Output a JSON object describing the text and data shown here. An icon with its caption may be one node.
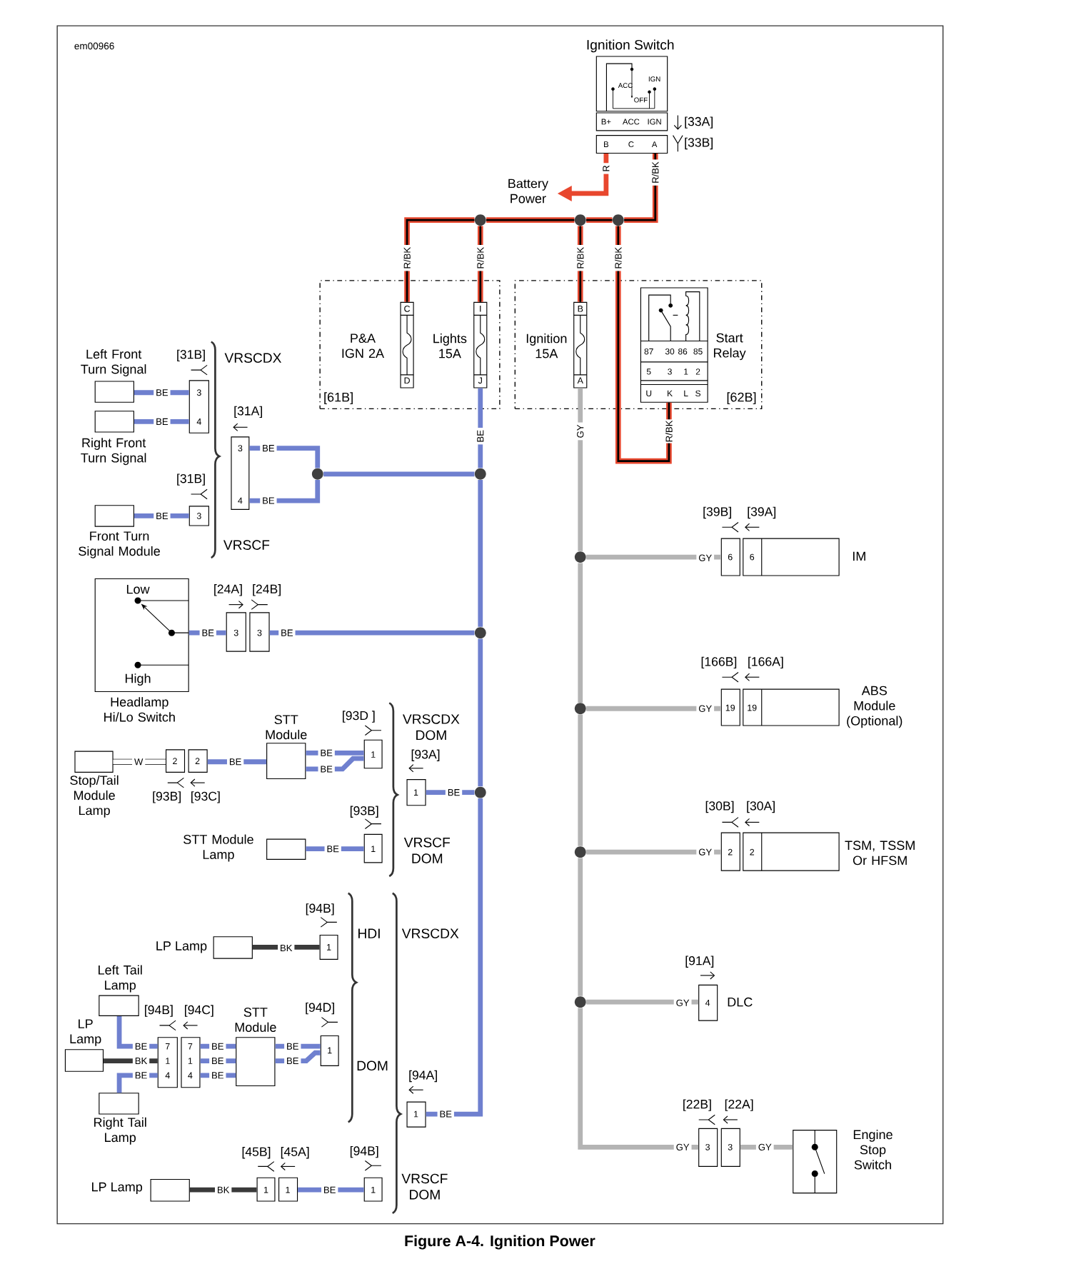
{
  "diagram": {
    "caption": "Figure A-4. Ignition Power",
    "nodes": [
      {
        "text": [
          "Ignition Switch",
          "ACC",
          "OFF",
          "IGN"
        ]
      },
      {
        "text": [
          "B+",
          "ACC",
          "IGN"
        ],
        "beside": [
          "[33A]"
        ]
      },
      {
        "text": [
          "B",
          "C",
          "A"
        ],
        "beside": [
          "[33B]"
        ]
      },
      {
        "text": [
          "Battery Power"
        ]
      },
      {
        "text": [
          "[61B]"
        ]
      },
      {
        "text": [
          "C",
          "D"
        ],
        "beside": [
          "P&A IGN 2A"
        ],
        "in": 4
      },
      {
        "text": [
          "I",
          "J"
        ],
        "beside": [
          "Lights 15A"
        ],
        "in": 4
      },
      {
        "text": [
          "[62B]"
        ]
      },
      {
        "text": [
          "B",
          "A"
        ],
        "beside": [
          "Ignition 15A"
        ],
        "in": 7
      },
      {
        "text": [
          "87",
          "30",
          "86",
          "85",
          "5",
          "3",
          "1",
          "2",
          "U",
          "K",
          "L",
          "S"
        ],
        "beside": [
          "Start Relay"
        ],
        "in": 7
      },
      {
        "text": [],
        "shape": "circle"
      },
      {
        "text": [],
        "shape": "circle"
      },
      {
        "text": [],
        "shape": "circle"
      },
      {
        "text": [],
        "shape": "box",
        "beside": [
          "Left Front Turn Signal"
        ]
      },
      {
        "text": [],
        "shape": "box",
        "beside": [
          "Right Front Turn Signal"
        ]
      },
      {
        "text": [
          "3",
          "4"
        ],
        "beside": [
          "[31B]"
        ]
      },
      {
        "text": [],
        "shape": "box",
        "beside": [
          "Front Turn Signal Module"
        ]
      },
      {
        "text": [
          "3"
        ],
        "beside": [
          "[31B]"
        ]
      },
      {
        "text": [
          "3",
          "4"
        ],
        "beside": [
          "[31A]"
        ]
      },
      {
        "text": [],
        "shape": "circle"
      },
      {
        "text": [],
        "shape": "circle"
      },
      {
        "text": [
          "Low",
          "High"
        ],
        "beside": [
          "Headlamp Hi/Lo Switch"
        ]
      },
      {
        "text": [
          "3"
        ],
        "beside": [
          "[24A]"
        ]
      },
      {
        "text": [
          "3"
        ],
        "beside": [
          "[24B]"
        ]
      },
      {
        "text": [],
        "shape": "circle"
      },
      {
        "text": [],
        "shape": "box",
        "beside": [
          "Stop/Tail Module Lamp"
        ]
      },
      {
        "text": [
          "2"
        ],
        "beside": [
          "[93B]"
        ]
      },
      {
        "text": [
          "2"
        ],
        "beside": [
          "[93C]"
        ]
      },
      {
        "text": [],
        "shape": "box",
        "beside": [
          "STT Module"
        ]
      },
      {
        "text": [
          "1"
        ],
        "beside": [
          "[93D ]"
        ]
      },
      {
        "text": [
          "1"
        ],
        "beside": [
          "[93A]"
        ]
      },
      {
        "text": [],
        "shape": "circle"
      },
      {
        "text": [],
        "shape": "box",
        "beside": [
          "STT Module Lamp"
        ]
      },
      {
        "text": [
          "1"
        ],
        "beside": [
          "[93B]"
        ]
      },
      {
        "text": [],
        "shape": "box",
        "beside": [
          "LP Lamp"
        ]
      },
      {
        "text": [
          "1"
        ],
        "beside": [
          "[94B]"
        ]
      },
      {
        "text": [],
        "shape": "box",
        "beside": [
          "Left Tail Lamp"
        ]
      },
      {
        "text": [],
        "shape": "box",
        "beside": [
          "LP Lamp"
        ]
      },
      {
        "text": [],
        "shape": "box",
        "beside": [
          "Right Tail Lamp"
        ]
      },
      {
        "text": [
          "7",
          "1",
          "4"
        ],
        "beside": [
          "[94B]"
        ]
      },
      {
        "text": [
          "7",
          "1",
          "4"
        ],
        "beside": [
          "[94C]"
        ]
      },
      {
        "text": [],
        "shape": "box",
        "beside": [
          "STT Module"
        ]
      },
      {
        "text": [
          "1"
        ],
        "beside": [
          "[94D]"
        ]
      },
      {
        "text": [
          "1"
        ],
        "beside": [
          "[94A]"
        ]
      },
      {
        "text": [],
        "shape": "box",
        "beside": [
          "LP Lamp"
        ]
      },
      {
        "text": [
          "1"
        ],
        "beside": [
          "[45B]"
        ]
      },
      {
        "text": [
          "1"
        ],
        "beside": [
          "[45A]"
        ]
      },
      {
        "text": [
          "1"
        ],
        "beside": [
          "[94B]"
        ]
      },
      {
        "text": [],
        "shape": "circle"
      },
      {
        "text": [
          "6"
        ],
        "beside": [
          "[39B]"
        ]
      },
      {
        "text": [
          "6"
        ],
        "beside": [
          "[39A]",
          "IM"
        ]
      },
      {
        "text": [],
        "shape": "circle"
      },
      {
        "text": [
          "19"
        ],
        "beside": [
          "[166B]"
        ]
      },
      {
        "text": [
          "19"
        ],
        "beside": [
          "[166A]",
          "ABS Module (Optional)"
        ]
      },
      {
        "text": [],
        "shape": "circle"
      },
      {
        "text": [
          "2"
        ],
        "beside": [
          "[30B]"
        ]
      },
      {
        "text": [
          "2"
        ],
        "beside": [
          "[30A]",
          "TSM, TSSM Or HFSM"
        ]
      },
      {
        "text": [],
        "shape": "circle"
      },
      {
        "text": [
          "4"
        ],
        "beside": [
          "[91A]",
          "DLC"
        ]
      },
      {
        "text": [
          "3"
        ],
        "beside": [
          "[22B]"
        ]
      },
      {
        "text": [
          "3"
        ],
        "beside": [
          "[22A]"
        ]
      },
      {
        "text": [],
        "shape": "box",
        "beside": [
          "Engine Stop Switch"
        ]
      }
    ],
    "edges": [
      {
        "from": 2,
        "to": 3,
        "arrow": "to",
        "label": "R",
        "color": "#e8472e"
      },
      {
        "from": 2,
        "to": 12,
        "arrow": "none",
        "label": "R/BK",
        "color": "#e8472e"
      },
      {
        "from": 12,
        "to": 11,
        "arrow": "none",
        "color": "#e8472e"
      },
      {
        "from": 11,
        "to": 10,
        "arrow": "none",
        "color": "#e8472e"
      },
      {
        "from": 10,
        "to": 5,
        "arrow": "none",
        "label": "R/BK",
        "color": "#e8472e"
      },
      {
        "from": 10,
        "to": 6,
        "arrow": "none",
        "label": "R/BK",
        "color": "#e8472e"
      },
      {
        "from": 11,
        "to": 8,
        "arrow": "none",
        "label": "R/BK",
        "color": "#e8472e"
      },
      {
        "from": 12,
        "to": 9,
        "arrow": "none",
        "label": "R/BK",
        "color": "#e8472e"
      },
      {
        "from": 6,
        "to": 20,
        "arrow": "none",
        "label": "BE"
      },
      {
        "from": 8,
        "to": 48,
        "arrow": "none",
        "label": "GY",
        "color": "#b4b4b4"
      },
      {
        "from": 13,
        "to": 15,
        "arrow": "none",
        "label": "BE"
      },
      {
        "from": 14,
        "to": 15,
        "arrow": "none",
        "label": "BE"
      },
      {
        "from": 16,
        "to": 17,
        "arrow": "none",
        "label": "BE"
      },
      {
        "from": 18,
        "to": 19,
        "arrow": "none",
        "label": "BE"
      },
      {
        "from": 18,
        "to": 19,
        "arrow": "none",
        "label": "BE"
      },
      {
        "from": 19,
        "to": 20,
        "arrow": "none"
      },
      {
        "from": 20,
        "to": 24,
        "arrow": "none"
      },
      {
        "from": 21,
        "to": 22,
        "arrow": "none",
        "label": "BE"
      },
      {
        "from": 23,
        "to": 24,
        "arrow": "none",
        "label": "BE"
      },
      {
        "from": 24,
        "to": 31,
        "arrow": "none"
      },
      {
        "from": 25,
        "to": 26,
        "arrow": "none",
        "label": "W",
        "color": "#ffffff"
      },
      {
        "from": 27,
        "to": 28,
        "arrow": "none",
        "label": "BE"
      },
      {
        "from": 28,
        "to": 29,
        "arrow": "none",
        "label": "BE"
      },
      {
        "from": 28,
        "to": 29,
        "arrow": "none",
        "label": "BE"
      },
      {
        "from": 30,
        "to": 31,
        "arrow": "none",
        "label": "BE"
      },
      {
        "from": 32,
        "to": 33,
        "arrow": "none",
        "label": "BE"
      },
      {
        "from": 34,
        "to": 35,
        "arrow": "none",
        "label": "BK",
        "color": "#3a3a3a"
      },
      {
        "from": 36,
        "to": 39,
        "arrow": "none",
        "label": "BE"
      },
      {
        "from": 37,
        "to": 39,
        "arrow": "none",
        "label": "BK",
        "color": "#3a3a3a"
      },
      {
        "from": 38,
        "to": 39,
        "arrow": "none",
        "label": "BE"
      },
      {
        "from": 40,
        "to": 41,
        "arrow": "none",
        "label": "BE"
      },
      {
        "from": 40,
        "to": 41,
        "arrow": "none",
        "label": "BE"
      },
      {
        "from": 40,
        "to": 41,
        "arrow": "none",
        "label": "BE"
      },
      {
        "from": 41,
        "to": 42,
        "arrow": "none",
        "label": "BE"
      },
      {
        "from": 41,
        "to": 42,
        "arrow": "none",
        "label": "BE"
      },
      {
        "from": 43,
        "to": 31,
        "arrow": "none",
        "label": "BE"
      },
      {
        "from": 44,
        "to": 45,
        "arrow": "none",
        "label": "BK",
        "color": "#3a3a3a"
      },
      {
        "from": 46,
        "to": 47,
        "arrow": "none",
        "label": "BE"
      },
      {
        "from": 48,
        "to": 51,
        "arrow": "none",
        "color": "#b4b4b4"
      },
      {
        "from": 51,
        "to": 54,
        "arrow": "none",
        "color": "#b4b4b4"
      },
      {
        "from": 54,
        "to": 57,
        "arrow": "none",
        "color": "#b4b4b4"
      },
      {
        "from": 57,
        "to": 59,
        "arrow": "none",
        "label": "GY",
        "color": "#b4b4b4"
      },
      {
        "from": 48,
        "to": 49,
        "arrow": "none",
        "label": "GY",
        "color": "#b4b4b4"
      },
      {
        "from": 51,
        "to": 52,
        "arrow": "none",
        "label": "GY",
        "color": "#b4b4b4"
      },
      {
        "from": 54,
        "to": 55,
        "arrow": "none",
        "label": "GY",
        "color": "#b4b4b4"
      },
      {
        "from": 57,
        "to": 58,
        "arrow": "none",
        "label": "GY",
        "color": "#b4b4b4"
      },
      {
        "from": 60,
        "to": 61,
        "arrow": "none",
        "label": "GY",
        "color": "#b4b4b4"
      }
    ],
    "labels": [
      "em00966",
      "VRSCDX",
      "R/BK",
      "VRSCF",
      "VRSCDX DOM",
      "VRSCF DOM",
      "HDI",
      "VRSCDX",
      "DOM",
      "VRSCF DOM"
    ]
  }
}
